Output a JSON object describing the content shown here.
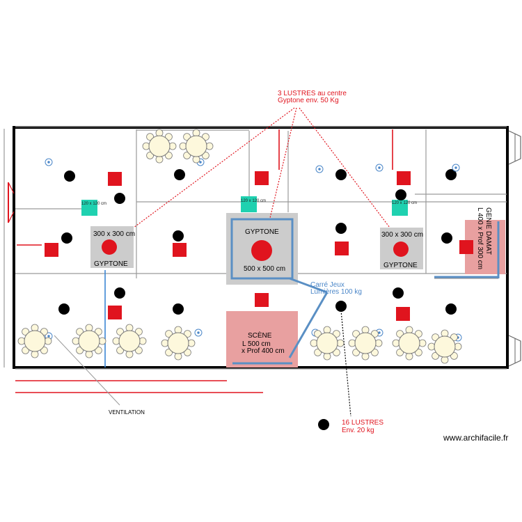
{
  "annotations": {
    "lustres_centre_line1": "3 LUSTRES au centre",
    "lustres_centre_line2": "Gyptone env. 50 Kg",
    "lustres_16_line1": "16 LUSTRES",
    "lustres_16_line2": "Env. 20 kg",
    "carre_jeux_line1": "Carré Jeux",
    "carre_jeux_line2": "Lumières 100 kg",
    "ventilation": "VENTILATION"
  },
  "gyptone_left": {
    "size": "300 x 300 cm",
    "name": "GYPTONE"
  },
  "gyptone_center": {
    "name": "GYPTONE",
    "size": "500 x 500 cm"
  },
  "gyptone_right": {
    "size": "300 x 300 cm",
    "name": "GYPTONE"
  },
  "scene": {
    "title": "SCÈNE",
    "length": "L 500 cm",
    "depth": "x Prof 400 cm"
  },
  "genie_damat": {
    "line1": "GENIE DAMAT",
    "line2": "L 400 x Prof 300 cm"
  },
  "vents": {
    "label": "120 x 120 cm"
  },
  "watermark": "www.archifacile.fr",
  "colors": {
    "wall": "#000000",
    "red": "#e0141e",
    "teal": "#1fd1b0",
    "gyptone_grey": "#cccccc",
    "pink": "#e8a0a0",
    "truss_blue": "#5a8fc4",
    "dimension_grey": "#9a9a9a"
  }
}
